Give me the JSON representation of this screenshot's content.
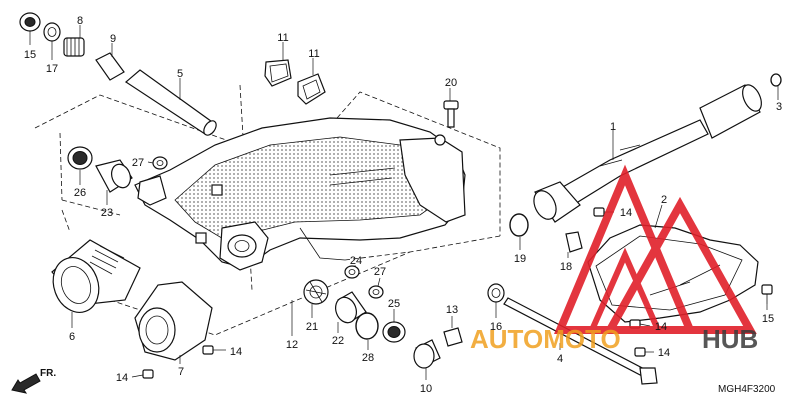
{
  "diagram": {
    "code": "MGH4F3200",
    "direction": "FR.",
    "watermark": {
      "brand_left": "AUTOMOTO",
      "brand_right": "HUB",
      "color_red": "#e0202a",
      "color_gray": "#3a3a3a",
      "color_orange": "#f0a020"
    },
    "callouts": [
      {
        "id": "c15a",
        "text": "15"
      },
      {
        "id": "c17",
        "text": "17"
      },
      {
        "id": "c8",
        "text": "8"
      },
      {
        "id": "c9",
        "text": "9"
      },
      {
        "id": "c5",
        "text": "5"
      },
      {
        "id": "c11a",
        "text": "11"
      },
      {
        "id": "c11b",
        "text": "11"
      },
      {
        "id": "c20",
        "text": "20"
      },
      {
        "id": "c1",
        "text": "1"
      },
      {
        "id": "c3",
        "text": "3"
      },
      {
        "id": "c26",
        "text": "26"
      },
      {
        "id": "c27a",
        "text": "27"
      },
      {
        "id": "c23",
        "text": "23"
      },
      {
        "id": "c6",
        "text": "6"
      },
      {
        "id": "c7",
        "text": "7"
      },
      {
        "id": "c14a",
        "text": "14"
      },
      {
        "id": "c14b",
        "text": "14"
      },
      {
        "id": "c12",
        "text": "12"
      },
      {
        "id": "c24",
        "text": "24"
      },
      {
        "id": "c27b",
        "text": "27"
      },
      {
        "id": "c21",
        "text": "21"
      },
      {
        "id": "c22",
        "text": "22"
      },
      {
        "id": "c25",
        "text": "25"
      },
      {
        "id": "c28",
        "text": "28"
      },
      {
        "id": "c13",
        "text": "13"
      },
      {
        "id": "c10",
        "text": "10"
      },
      {
        "id": "c19",
        "text": "19"
      },
      {
        "id": "c18",
        "text": "18"
      },
      {
        "id": "c14c",
        "text": "14"
      },
      {
        "id": "c2",
        "text": "2"
      },
      {
        "id": "c16",
        "text": "16"
      },
      {
        "id": "c4",
        "text": "4"
      },
      {
        "id": "c14d",
        "text": "14"
      },
      {
        "id": "c14e",
        "text": "14"
      },
      {
        "id": "c15b",
        "text": "15"
      }
    ]
  }
}
